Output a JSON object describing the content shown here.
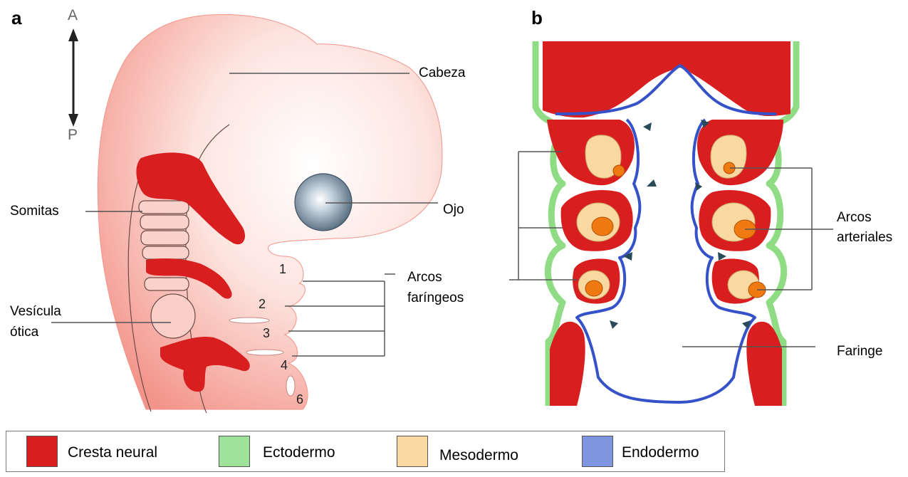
{
  "panels": {
    "a": "a",
    "b": "b"
  },
  "axis": {
    "anterior": "A",
    "posterior": "P"
  },
  "labels_a": {
    "cabeza": "Cabeza",
    "ojo": "Ojo",
    "somitas": "Somitas",
    "vesicula_line1": "Vesícula",
    "vesicula_line2": "ótica",
    "arcos_line1": "Arcos",
    "arcos_line2": "faríngeos"
  },
  "arch_numbers": [
    "1",
    "2",
    "3",
    "4",
    "6"
  ],
  "labels_b": {
    "arcos_art_line1": "Arcos",
    "arcos_art_line2": "arteriales",
    "faringe": "Faringe"
  },
  "legend": [
    {
      "label": "Cresta neural",
      "color": "#d81e1e"
    },
    {
      "label": "Ectodermo",
      "color": "#9fe39a"
    },
    {
      "label": "Mesodermo",
      "color": "#f9d9a0"
    },
    {
      "label": "Endodermo",
      "color": "#7f95e0"
    }
  ],
  "colors": {
    "embryo_skin": "#f7a79b",
    "neural_crest": "#d81e1e",
    "ectoderm": "#8fdc85",
    "mesoderm": "#f9d9a0",
    "endoderm": "#3552c9",
    "artery": "#ef7a12",
    "eye": "#8ca2b3"
  }
}
